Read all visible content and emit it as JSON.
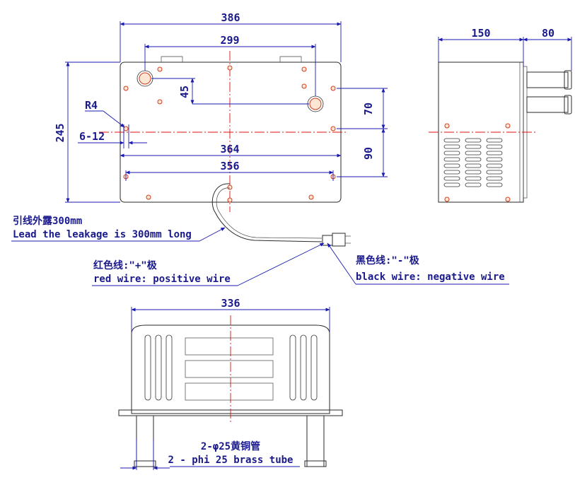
{
  "dimensions": {
    "width_386": "386",
    "width_299": "299",
    "offset_45": "45",
    "radius_r4": "R4",
    "slot_6_12": "6-12",
    "height_245": "245",
    "span_364": "364",
    "span_356": "356",
    "vert_70": "70",
    "vert_90": "90",
    "side_150": "150",
    "side_80": "80",
    "bottom_336": "336"
  },
  "notes": {
    "lead_cn": "引线外露300mm",
    "lead_en": "Lead the leakage is 300mm long",
    "red_cn": "红色线:\"+\"极",
    "red_en": "red wire: positive wire",
    "black_cn": "黑色线:\"-\"极",
    "black_en": "black wire: negative wire",
    "tube_cn": "2-φ25黄铜管",
    "tube_en": "2 - phi 25 brass tube"
  },
  "colors": {
    "dimension_text": "#1a1a8c",
    "center_line": "#e01010",
    "outline": "#2a2a2a"
  }
}
